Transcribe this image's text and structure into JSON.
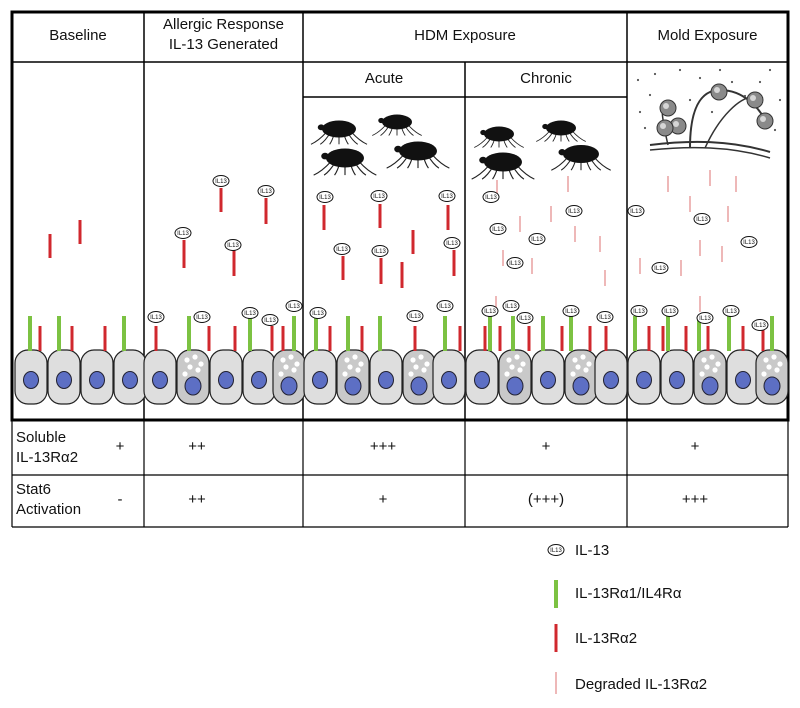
{
  "header": {
    "baseline": "Baseline",
    "allergic_line1": "Allergic Response",
    "allergic_line2": "IL-13 Generated",
    "hdm": "HDM Exposure",
    "acute": "Acute",
    "chronic": "Chronic",
    "mold": "Mold Exposure"
  },
  "rows": {
    "soluble_line1": "Soluble",
    "soluble_line2": "IL-13Rα2",
    "stat6_line1": "Stat6",
    "stat6_line2": "Activation"
  },
  "values": {
    "soluble": [
      "+",
      "++",
      "+++",
      "+",
      "+"
    ],
    "stat6": [
      "-",
      "++",
      "+",
      "(+++)",
      "+++"
    ]
  },
  "marker_label": "IL13",
  "legend": {
    "il13": "IL-13",
    "r1": "IL-13Rα1/IL4Rα",
    "r2": "IL-13Rα2",
    "degraded": "Degraded IL-13Rα2"
  },
  "colors": {
    "green": "#7cc242",
    "red": "#d0282e",
    "degraded": "#e8a0a0",
    "cell_fill": "#dedede",
    "nucleus": "#5d6fc4",
    "mite": "#111111",
    "spore": "#8a8a8a"
  }
}
